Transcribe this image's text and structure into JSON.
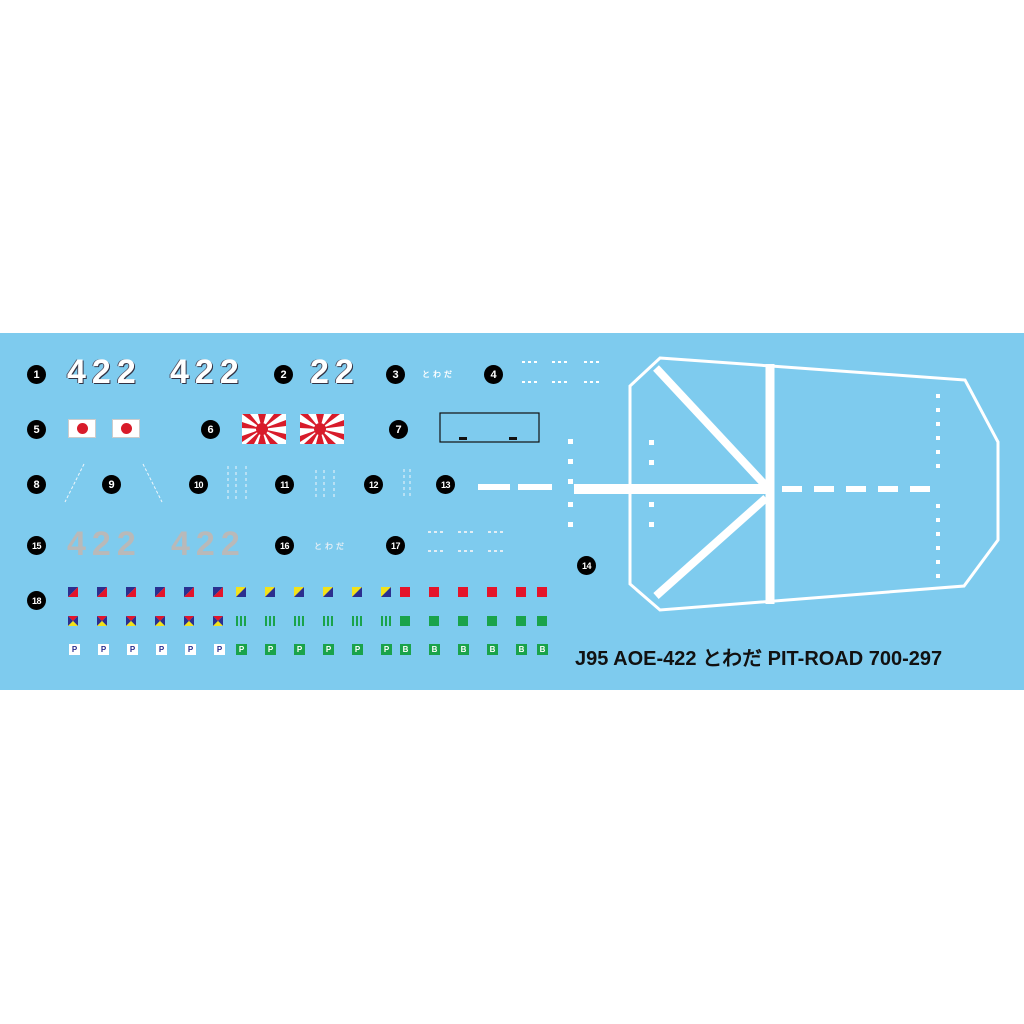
{
  "sheet": {
    "caption": "J95 AOE-422 とわだ PIT-ROAD 700-297",
    "decal_numbers": {
      "n1": "1",
      "n2": "2",
      "n3": "3",
      "n4": "4",
      "n5": "5",
      "n6": "6",
      "n7": "7",
      "n8": "8",
      "n9": "9",
      "n10": "10",
      "n11": "11",
      "n12": "12",
      "n13": "13",
      "n14": "14",
      "n15": "15",
      "n16": "16",
      "n17": "17",
      "n18": "18"
    },
    "hull_number_white_a": "422",
    "hull_number_white_b": "422",
    "deck_number_white": "22",
    "ship_name_small": "とわだ",
    "ship_name_small_16": "とわだ",
    "hull_number_grey_a": "422",
    "hull_number_grey_b": "422",
    "p_label": "P",
    "b_label": "B"
  },
  "colors": {
    "sheet_background": "#7ecbee",
    "flag_red": "#d81b2a",
    "signal_red": "#e4142a",
    "signal_green": "#1aa34a",
    "signal_navy": "#2b2f8f",
    "signal_yellow": "#f2e21a",
    "grey_numbers": "#b9b9b9"
  },
  "icons": {
    "flag5": "japan-national-flag-icon",
    "flag6": "rising-sun-ensign-icon",
    "deck": "helicopter-deck-marking-icon"
  }
}
